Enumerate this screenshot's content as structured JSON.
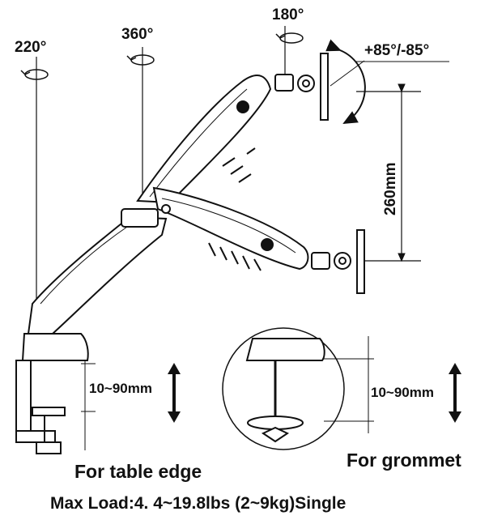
{
  "rotations": {
    "base": "220°",
    "mid": "360°",
    "head": "180°",
    "tilt": "+85°/-85°"
  },
  "height_adjust": "260mm",
  "clamp": {
    "range": "10~90mm",
    "caption": "For table edge"
  },
  "grommet": {
    "range": "10~90mm",
    "caption": "For grommet"
  },
  "max_load": "Max Load:4. 4~19.8lbs (2~9kg)Single",
  "colors": {
    "ink": "#111111",
    "background": "#ffffff"
  }
}
